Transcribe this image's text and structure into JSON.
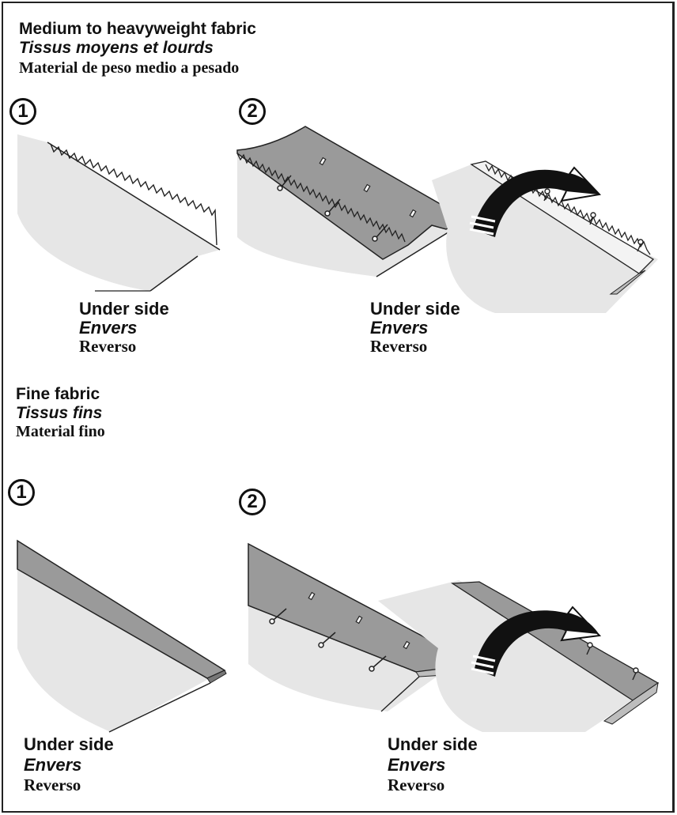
{
  "section_medium": {
    "title_en": "Medium to heavyweight fabric",
    "title_fr": "Tissus moyens et lourds",
    "title_es": "Material de peso medio a pesado",
    "step1_number": "1",
    "step2_number": "2",
    "step1_label": {
      "en": "Under side",
      "fr": "Envers",
      "es": "Reverso"
    },
    "step2_label": {
      "en": "Under side",
      "fr": "Envers",
      "es": "Reverso"
    }
  },
  "section_fine": {
    "title_en": "Fine fabric",
    "title_fr": "Tissus fins",
    "title_es": "Material fino",
    "step1_number": "1",
    "step2_number": "2",
    "step1_label": {
      "en": "Under side",
      "fr": "Envers",
      "es": "Reverso"
    },
    "step2_label": {
      "en": "Under side",
      "fr": "Envers",
      "es": "Reverso"
    }
  },
  "colors": {
    "fabric_light": "#e6e6e6",
    "fabric_dark": "#9a9a9a",
    "arrow": "#111111",
    "outline": "#222222"
  },
  "icons": [
    "step-number-badge",
    "curved-arrow-icon",
    "pin-icon",
    "zigzag-stitch"
  ]
}
